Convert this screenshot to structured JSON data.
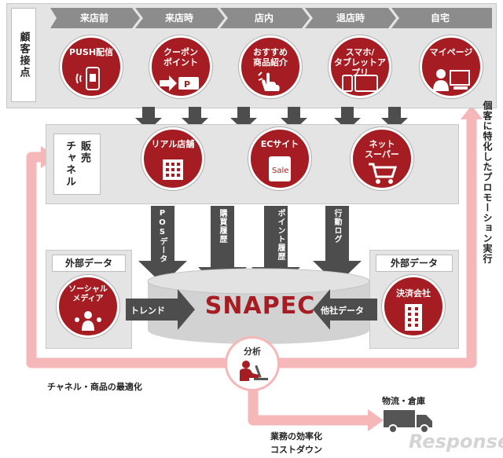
{
  "customer": {
    "label": "顧客接点",
    "stages": [
      "来店前",
      "来店時",
      "店内",
      "退店時",
      "自宅"
    ],
    "touchpoints": [
      {
        "label": "PUSH配信",
        "icon": "push-phone-icon"
      },
      {
        "label": "クーポン\nポイント",
        "icon": "coupon-card-icon"
      },
      {
        "label": "おすすめ\n商品紹介",
        "icon": "hand-tap-icon"
      },
      {
        "label": "スマホ/\nタブレットアプリ",
        "icon": "smartphone-tablet-icon"
      },
      {
        "label": "マイページ",
        "icon": "pc-user-icon"
      }
    ]
  },
  "channel": {
    "label": "販売\nチャネル",
    "items": [
      {
        "label": "リアル店舗",
        "icon": "store-building-icon"
      },
      {
        "label": "ECサイト",
        "icon": "sale-tablet-icon"
      },
      {
        "label": "ネット\nスーパー",
        "icon": "shopping-cart-icon"
      }
    ]
  },
  "data_flows": [
    "POSデータ",
    "購買履歴",
    "ポイント履歴",
    "行動ログ"
  ],
  "external_left": {
    "title": "外部データ",
    "circle": "ソーシャル\nメディア",
    "arrow": "トレンド",
    "icon": "social-people-icon"
  },
  "external_right": {
    "title": "外部データ",
    "circle": "決済会社",
    "arrow": "他社データ",
    "icon": "company-building-icon"
  },
  "core": {
    "label": "SNAPEC"
  },
  "analysis": {
    "label": "分析",
    "icon": "analyst-laptop-icon"
  },
  "loop_right": "個客に特化したプロモーション実行",
  "loop_left": "チャネル・商品の最適化",
  "logistics": {
    "label": "物流・倉庫",
    "icon": "truck-icon"
  },
  "efficiency": {
    "line1": "業務の効率化",
    "line2": "コストダウン"
  },
  "watermark": "Response.",
  "colors": {
    "accent": "#a51d22",
    "arrow_dark": "#4d4d4d",
    "loop": "#f5b7b7",
    "panel": "#e4e4e4"
  }
}
